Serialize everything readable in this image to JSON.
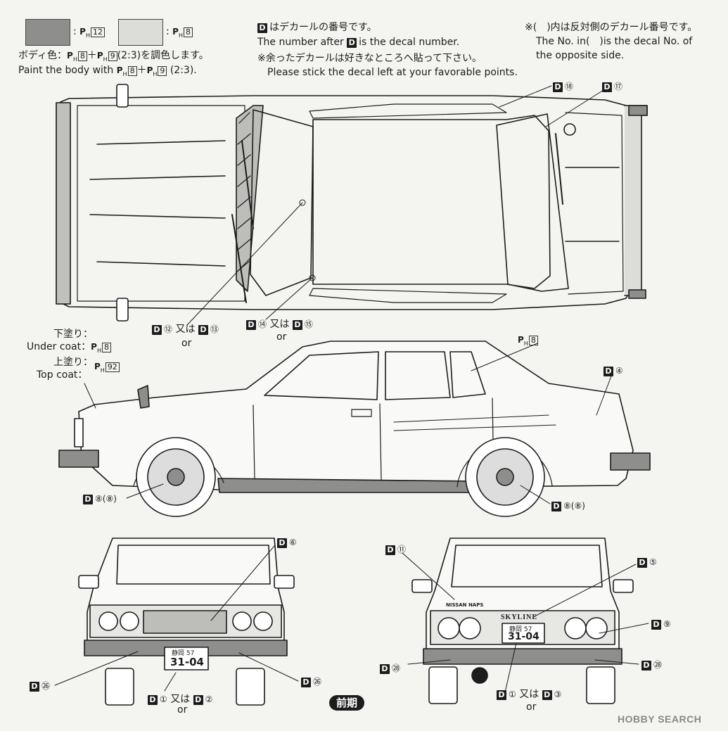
{
  "header": {
    "swatch1": {
      "color": "#8e8e8c",
      "code": "12"
    },
    "swatch2": {
      "color": "#dcdcd9",
      "code": "8"
    },
    "paint_jp": "ボディ色：",
    "paint_jp_tail": "(2:3)を調色します。",
    "paint_en": "Paint the body with",
    "paint_en_tail": "(2:3).",
    "paint_code_a": "8",
    "paint_code_b": "9",
    "decal_jp": "はデカールの番号です。",
    "decal_en_a": "The number after",
    "decal_en_b": "is the decal number.",
    "extra_jp": "※余ったデカールは好きなところへ貼って下さい。",
    "extra_en": "Please stick the decal left at your favorable points.",
    "opp_jp": "※(　)内は反対側のデカール番号です。",
    "opp_en1": "The No. in(　)is the decal No. of",
    "opp_en2": "the opposite side."
  },
  "ph_label": "P",
  "ph_sub": "H",
  "d_label": "D",
  "or_jp": "又は",
  "or_en": "or",
  "top_view": {
    "decal_a": "⑱",
    "decal_b": "⑰",
    "decal_c1": "⑫",
    "decal_c2": "⑬",
    "decal_d1": "⑭",
    "decal_d2": "⑮"
  },
  "side_view": {
    "under_jp": "下塗り：",
    "under_en": "Under coat：",
    "under_code": "8",
    "top_jp": "上塗り：",
    "top_en": "Top coat：",
    "top_code": "92",
    "window_code": "8",
    "decal_script": "④",
    "decal_wheel_front": "⑧(⑧)",
    "decal_wheel_rear": "⑧(⑧)"
  },
  "front_view": {
    "decal_grille": "⑥",
    "decal_left": "㉖",
    "decal_right": "㉖",
    "plate_a": "①",
    "plate_b": "②",
    "plate_top": "静岡 57",
    "plate_num": "31-04"
  },
  "rear_view": {
    "decal_badge": "⑪",
    "decal_skyline": "⑤",
    "decal_lamp": "⑨",
    "decal_left": "㉘",
    "decal_right": "㉘",
    "plate_a": "①",
    "plate_b": "③",
    "plate_top": "静岡 57",
    "plate_num": "31-04",
    "badge_text": "NISSAN NAPS",
    "skyline_text": "SKYLINE"
  },
  "zenki_label": "前期",
  "watermark": "HOBBY SEARCH"
}
